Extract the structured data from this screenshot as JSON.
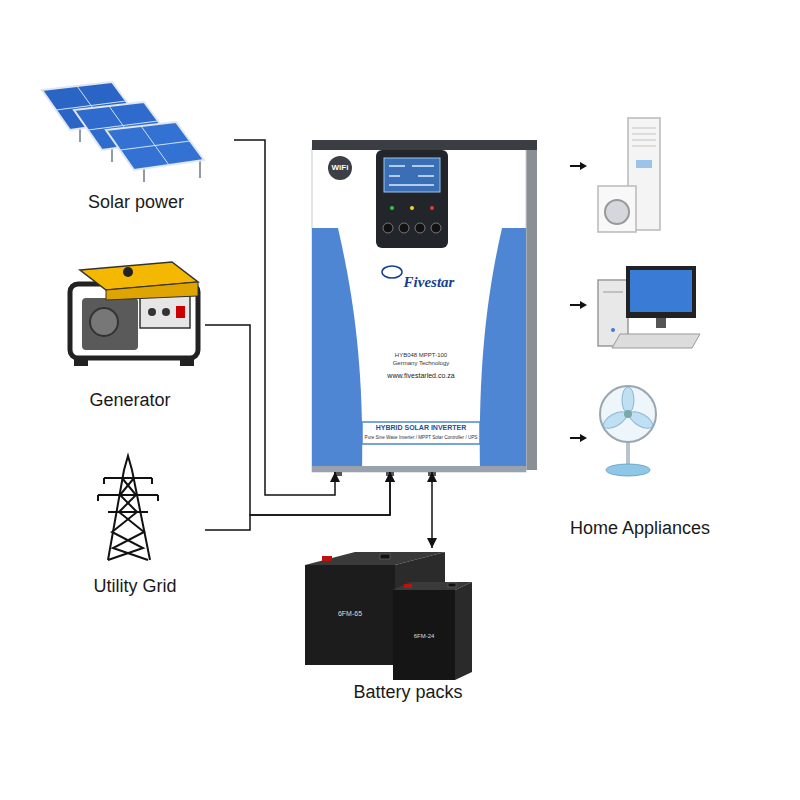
{
  "diagram": {
    "nodes": [
      {
        "text": [
          "Solar power"
        ]
      },
      {
        "text": [
          "Generator"
        ]
      },
      {
        "text": [
          "Utility Grid"
        ]
      },
      {
        "text": [
          "Fivestar",
          "HYB048 MPPT-100",
          "Germany Technology",
          "www.fivestarled.co.za",
          "HYBRID SOLAR INVERTER",
          "Pure Sine Wave Inverter / MPPT Solar Controller / UPS"
        ]
      },
      {
        "text": [
          "Battery packs"
        ]
      },
      {
        "text": [
          "Home Appliances"
        ]
      }
    ],
    "edges": [
      {
        "from": 0,
        "to": 3,
        "arrow": "to"
      },
      {
        "from": 1,
        "to": 3,
        "arrow": "to"
      },
      {
        "from": 2,
        "to": 3,
        "arrow": "to"
      },
      {
        "from": 3,
        "to": 4,
        "arrow": "both"
      }
    ],
    "labels": [
      "WiFi",
      "6FM-65",
      "6FM-24"
    ]
  }
}
